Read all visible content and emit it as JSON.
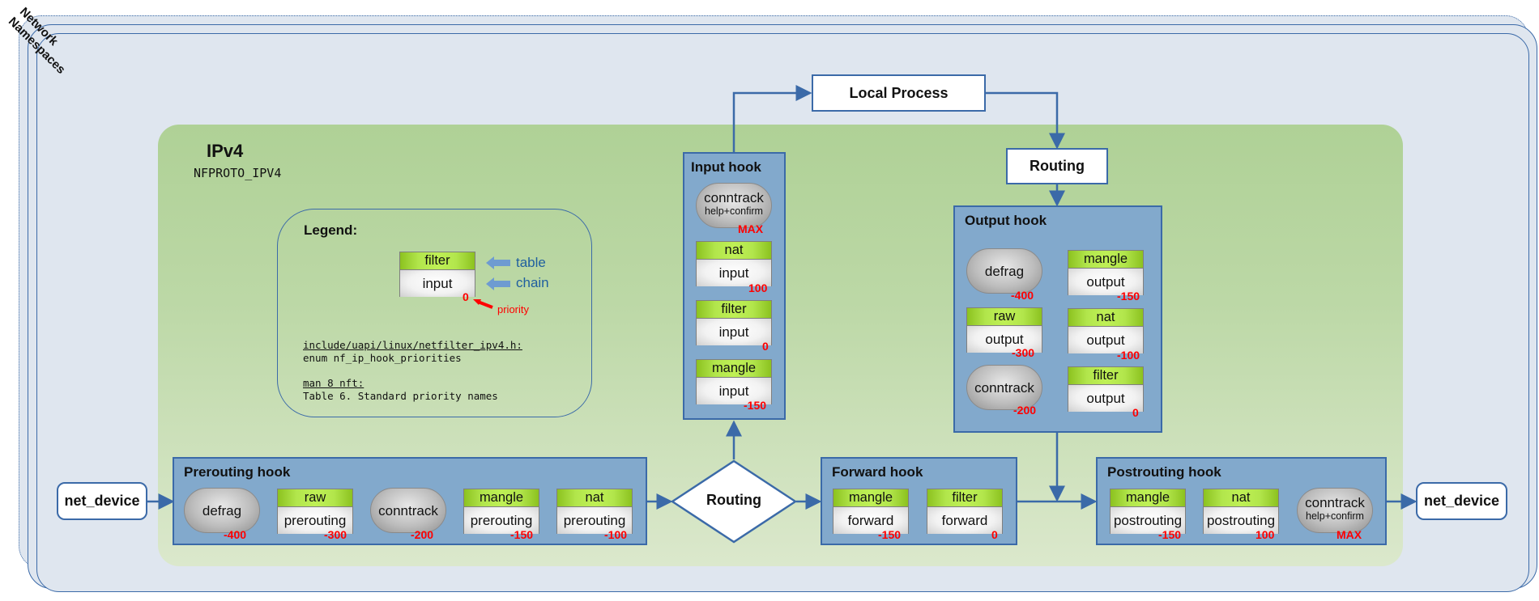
{
  "namespaces": {
    "label_line1": "Network",
    "label_line2": "Namespaces"
  },
  "ipv4": {
    "title": "IPv4",
    "subtitle": "NFPROTO_IPV4"
  },
  "legend": {
    "title": "Legend:",
    "example_table": "filter",
    "example_chain": "input",
    "example_priority": "0",
    "table_label": "table",
    "chain_label": "chain",
    "priority_label": "priority",
    "ref1_title": "include/uapi/linux/netfilter_ipv4.h:",
    "ref1_text": "enum nf_ip_hook_priorities",
    "ref2_title": "man 8 nft:",
    "ref2_text": "Table 6. Standard priority names"
  },
  "nodes": {
    "net_device_in": "net_device",
    "net_device_out": "net_device",
    "local_process": "Local Process",
    "routing_decision": "Routing",
    "routing_output": "Routing"
  },
  "hooks": {
    "prerouting": {
      "title": "Prerouting hook",
      "items": [
        {
          "kind": "oval",
          "label": "defrag",
          "priority": "-400"
        },
        {
          "kind": "chain",
          "table": "raw",
          "chain": "prerouting",
          "priority": "-300"
        },
        {
          "kind": "oval",
          "label": "conntrack",
          "priority": "-200"
        },
        {
          "kind": "chain",
          "table": "mangle",
          "chain": "prerouting",
          "priority": "-150"
        },
        {
          "kind": "chain",
          "table": "nat",
          "chain": "prerouting",
          "priority": "-100"
        }
      ]
    },
    "input": {
      "title": "Input hook",
      "items": [
        {
          "kind": "oval",
          "label": "conntrack",
          "sublabel": "help+confirm",
          "priority": "MAX"
        },
        {
          "kind": "chain",
          "table": "nat",
          "chain": "input",
          "priority": "100"
        },
        {
          "kind": "chain",
          "table": "filter",
          "chain": "input",
          "priority": "0"
        },
        {
          "kind": "chain",
          "table": "mangle",
          "chain": "input",
          "priority": "-150"
        }
      ]
    },
    "output": {
      "title": "Output hook",
      "items": [
        {
          "kind": "oval",
          "label": "defrag",
          "priority": "-400"
        },
        {
          "kind": "chain",
          "table": "raw",
          "chain": "output",
          "priority": "-300"
        },
        {
          "kind": "oval",
          "label": "conntrack",
          "priority": "-200"
        },
        {
          "kind": "chain",
          "table": "mangle",
          "chain": "output",
          "priority": "-150"
        },
        {
          "kind": "chain",
          "table": "nat",
          "chain": "output",
          "priority": "-100"
        },
        {
          "kind": "chain",
          "table": "filter",
          "chain": "output",
          "priority": "0"
        }
      ]
    },
    "forward": {
      "title": "Forward hook",
      "items": [
        {
          "kind": "chain",
          "table": "mangle",
          "chain": "forward",
          "priority": "-150"
        },
        {
          "kind": "chain",
          "table": "filter",
          "chain": "forward",
          "priority": "0"
        }
      ]
    },
    "postrouting": {
      "title": "Postrouting hook",
      "items": [
        {
          "kind": "chain",
          "table": "mangle",
          "chain": "postrouting",
          "priority": "-150"
        },
        {
          "kind": "chain",
          "table": "nat",
          "chain": "postrouting",
          "priority": "100"
        },
        {
          "kind": "oval",
          "label": "conntrack",
          "sublabel": "help+confirm",
          "priority": "MAX"
        }
      ]
    }
  },
  "colors": {
    "line_blue": "#3b6aa8",
    "hook_fill": "#82a9cc",
    "namespace_fill": "#dfe6ef",
    "table_green": "#a6dc3c",
    "priority_red": "#ff0000",
    "legend_arrow": "#6e9bd1"
  }
}
